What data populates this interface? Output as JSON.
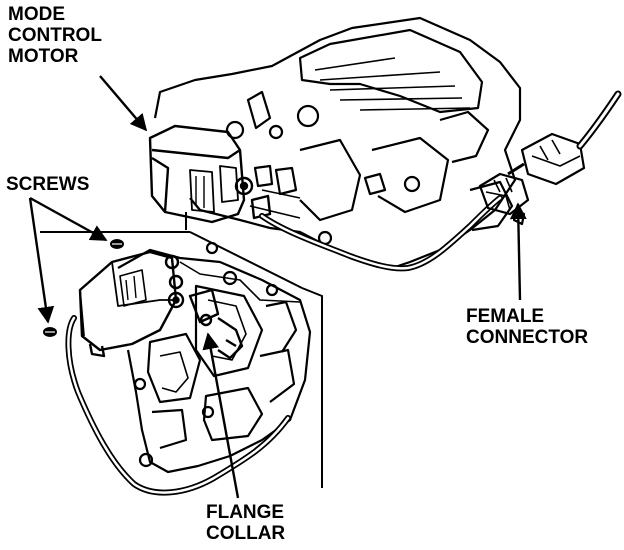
{
  "labels": {
    "mode_control_motor": [
      "MODE",
      "CONTROL",
      "MOTOR"
    ],
    "screws": "SCREWS",
    "female_connector": [
      "FEMALE",
      "CONNECTOR"
    ],
    "flange_collar": [
      "FLANGE",
      "COLLAR"
    ]
  },
  "colors": {
    "ink": "#000000",
    "paper": "#ffffff"
  }
}
